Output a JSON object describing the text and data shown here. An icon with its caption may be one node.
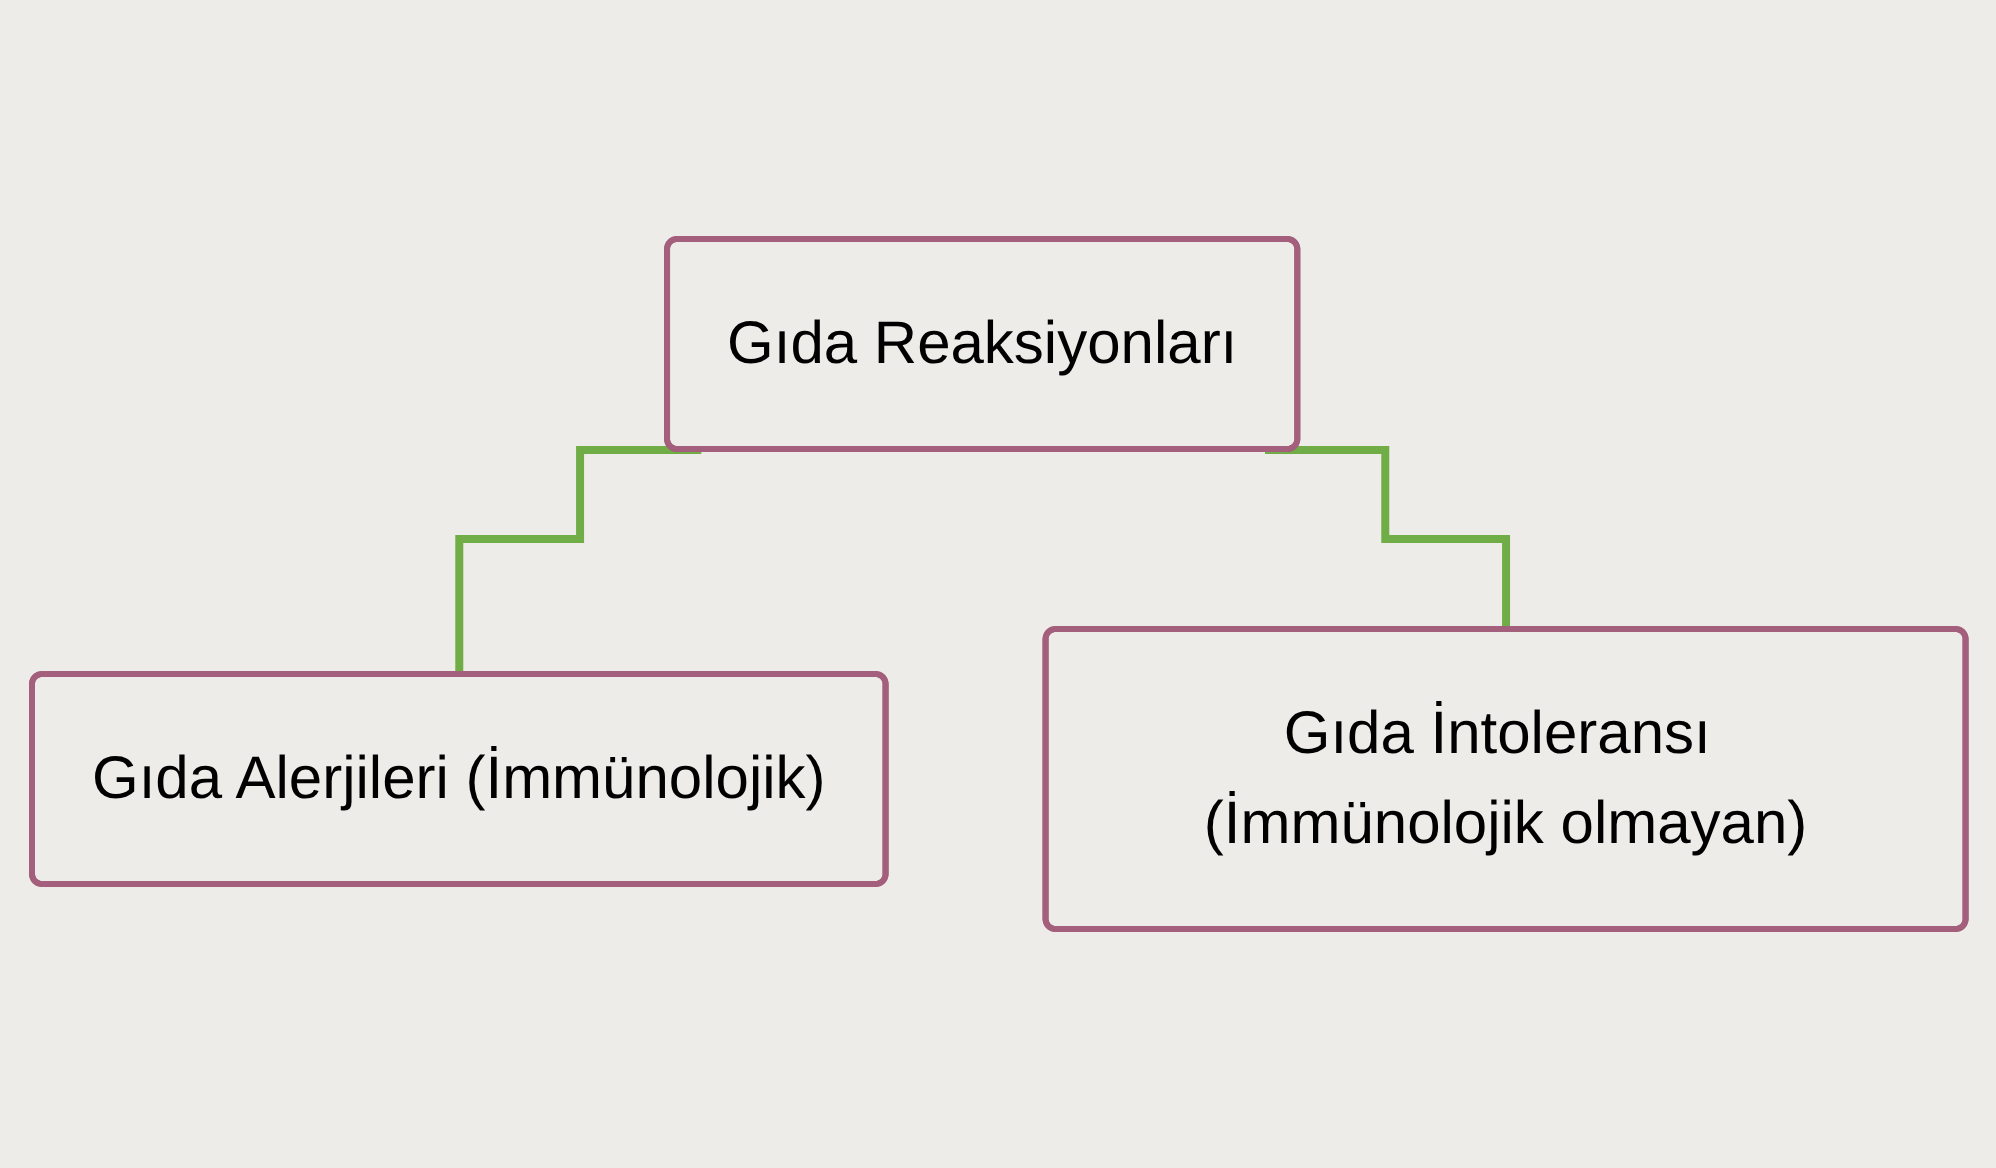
{
  "diagram": {
    "nodes": [
      {
        "text": [
          "Gıda Reaksiyonları"
        ]
      },
      {
        "text": [
          "Gıda Alerjileri (İmmünolojik)"
        ]
      },
      {
        "text": [
          "Gıda İntoleransı (İmmünolojik olmayan)"
        ]
      }
    ],
    "edges": [
      {
        "from": 0,
        "to": 1,
        "arrow": "none"
      },
      {
        "from": 0,
        "to": 2,
        "arrow": "none"
      }
    ]
  }
}
